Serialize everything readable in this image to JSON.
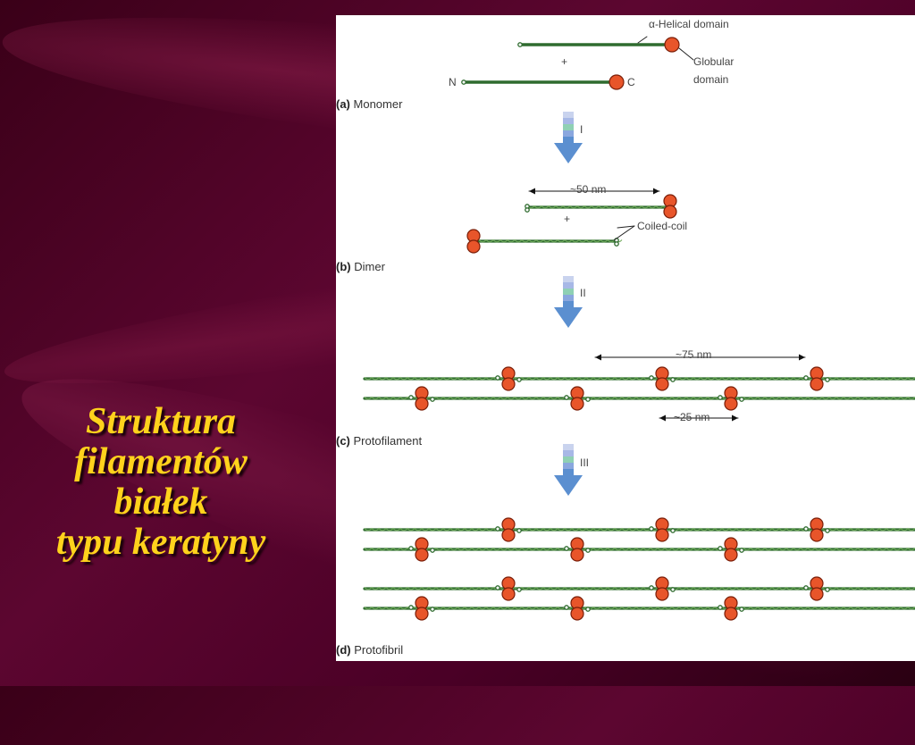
{
  "slide": {
    "title_lines": [
      "Struktura",
      "filamentów",
      "białek",
      "typu keratyny"
    ]
  },
  "diagram": {
    "labels": {
      "helical": "α-Helical domain",
      "globular_1": "Globular",
      "globular_2": "domain",
      "plus_1": "+",
      "plus_2": "+",
      "n_term": "N",
      "c_term": "C",
      "monomer_tag": "(a)",
      "monomer": "Monomer",
      "step1": "I",
      "dimer_len": "~50 nm",
      "coiled_coil": "Coiled-coil",
      "dimer_tag": "(b)",
      "dimer": "Dimer",
      "step2": "II",
      "proto_len": "~75 nm",
      "proto_gap": "~25 nm",
      "protofilament_tag": "(c)",
      "protofilament": "Protofilament",
      "step3": "III",
      "protofibril_tag": "(d)",
      "protofibril": "Protofibril"
    },
    "colors": {
      "strand": "#2f6b2f",
      "strand_light": "#6faa5a",
      "globule": "#e8552a",
      "globule_edge": "#7a1e08",
      "arrow": "#5b8fd0"
    }
  }
}
